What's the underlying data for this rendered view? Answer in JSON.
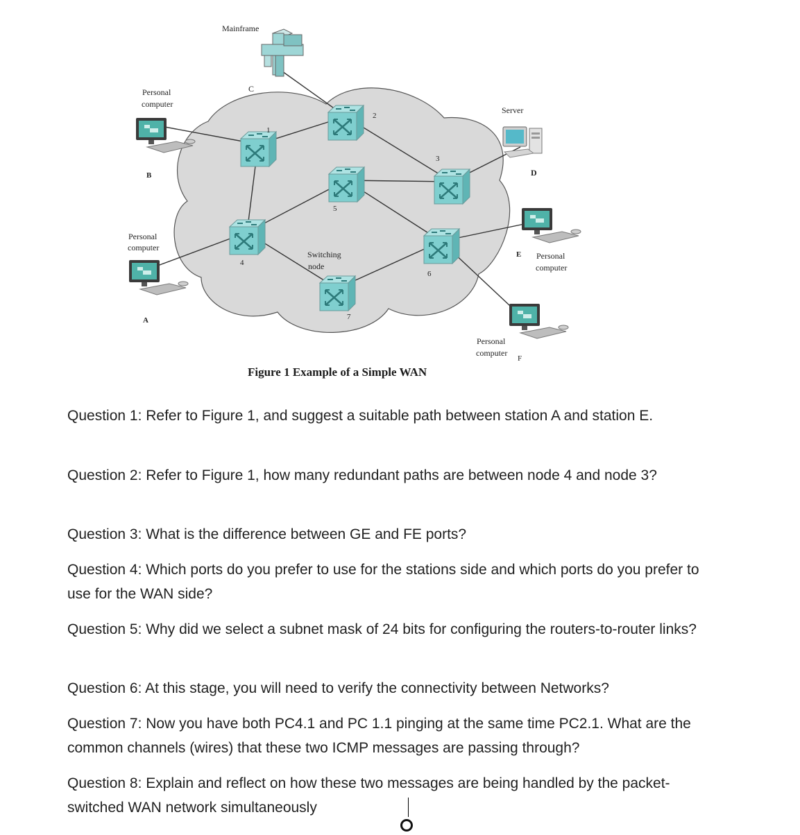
{
  "figure": {
    "caption": "Figure 1 Example of a Simple WAN",
    "labels": {
      "mainframe": "Mainframe",
      "c": "C",
      "server": "Server",
      "d": "D",
      "pc_b_line1": "Personal",
      "pc_b_line2": "computer",
      "b": "B",
      "pc_a_line1": "Personal",
      "pc_a_line2": "computer",
      "a": "A",
      "e": "E",
      "pc_e_line1": "Personal",
      "pc_e_line2": "computer",
      "pc_f_line1": "Personal",
      "pc_f_line2": "computer",
      "f": "F",
      "switching_line1": "Switching",
      "switching_line2": "node"
    },
    "nodes": [
      "1",
      "2",
      "3",
      "4",
      "5",
      "6",
      "7"
    ],
    "icons": {
      "switch": "switching-node-icon",
      "pc": "personal-computer-icon",
      "server": "server-icon",
      "mainframe": "mainframe-icon"
    },
    "colors": {
      "cloud": "#d9d9d9",
      "switch_face": "#7fcfcf",
      "switch_top": "#aee3e3",
      "screen": "#4fb2a8"
    }
  },
  "questions": [
    "Question 1: Refer to Figure 1, and suggest a suitable path between station A and station E.",
    "Question 2: Refer to Figure 1, how many redundant paths are between node 4 and node 3?",
    "Question 3: What is the difference between GE and FE ports?",
    "Question 4: Which ports do you prefer to use for the stations side and which ports do you prefer to use for the WAN side?",
    "Question 5: Why did we select a subnet mask of 24 bits for configuring the routers-to-router links?",
    "Question 6: At this stage, you will need to verify the connectivity between Networks?",
    "Question 7: Now you have both PC4.1 and PC 1.1 pinging at the same time PC2.1. What are the common channels (wires) that these two ICMP messages are passing through?",
    "Question 8: Explain and reflect on how these two messages are being handled by the packet-switched WAN network simultaneously"
  ]
}
